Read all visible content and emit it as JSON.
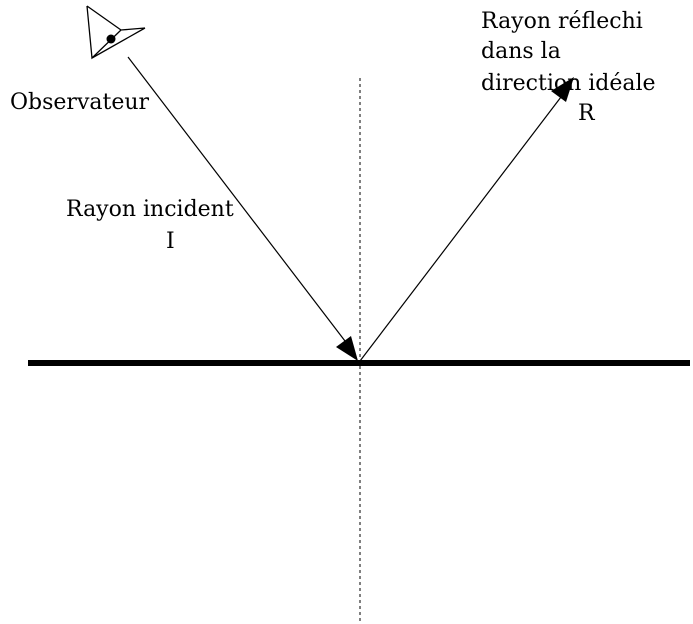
{
  "labels": {
    "observer": "Observateur",
    "incident_line1": "Rayon incident",
    "incident_line2": "I",
    "reflected_line1": "Rayon réflechi",
    "reflected_line2": "dans la",
    "reflected_line3": "direction idéale",
    "reflected_line4": "R"
  },
  "icons": {
    "observer": "eye-icon"
  },
  "colors": {
    "ink": "#000000",
    "background": "#ffffff"
  }
}
